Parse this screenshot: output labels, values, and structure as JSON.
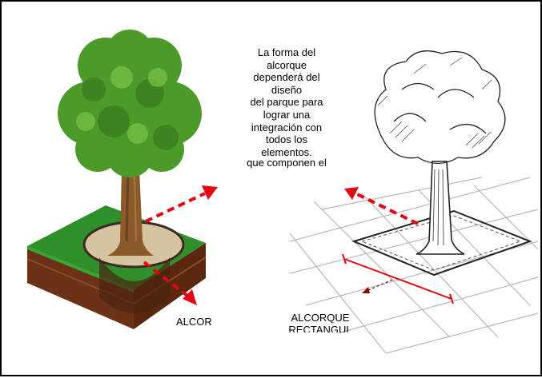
{
  "center_text": {
    "lines": [
      "La forma del",
      "alcorque",
      "dependerá del",
      "diseño",
      "del parque para",
      "lograr una",
      "integración con",
      "todos los",
      "elementos.",
      "que componen el"
    ]
  },
  "labels": {
    "left": "ALCOR",
    "right_line1": "ALCORQUE",
    "right_line2": "RECTANGUL"
  },
  "colors": {
    "arrow_red": "#e30613",
    "grass": "#2e8b2e",
    "soil": "#7a3e1e",
    "foliage": "#4c9a2a",
    "trunk": "#8a5a2b"
  }
}
